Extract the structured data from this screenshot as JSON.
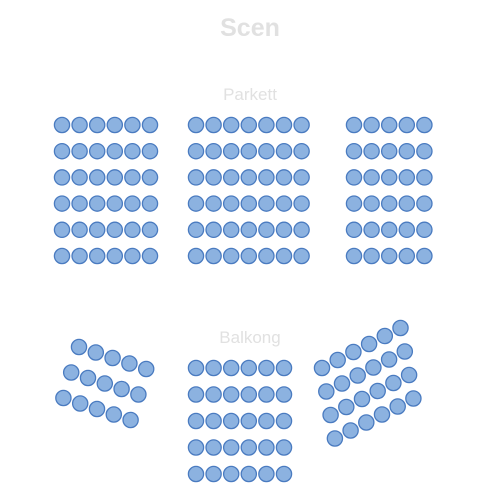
{
  "stage": {
    "label": "Scen"
  },
  "sections": {
    "parkett": {
      "label": "Parkett",
      "blocks": [
        {
          "name": "left",
          "rows": 6,
          "seats_per_row": 6
        },
        {
          "name": "center",
          "rows": 6,
          "seats_per_row": 7
        },
        {
          "name": "right",
          "rows": 6,
          "seats_per_row": 5
        }
      ]
    },
    "balkong": {
      "label": "Balkong",
      "blocks": [
        {
          "name": "left",
          "row_sizes": [
            5,
            5,
            5
          ]
        },
        {
          "name": "center",
          "rows": 5,
          "seats_per_row": 6
        },
        {
          "name": "right",
          "row_sizes": [
            6,
            6,
            6,
            6
          ]
        }
      ]
    }
  },
  "colors": {
    "seat_fill": "#8cb2e0",
    "seat_stroke": "#4a7bc0",
    "label_text": "#e1e1e1"
  }
}
